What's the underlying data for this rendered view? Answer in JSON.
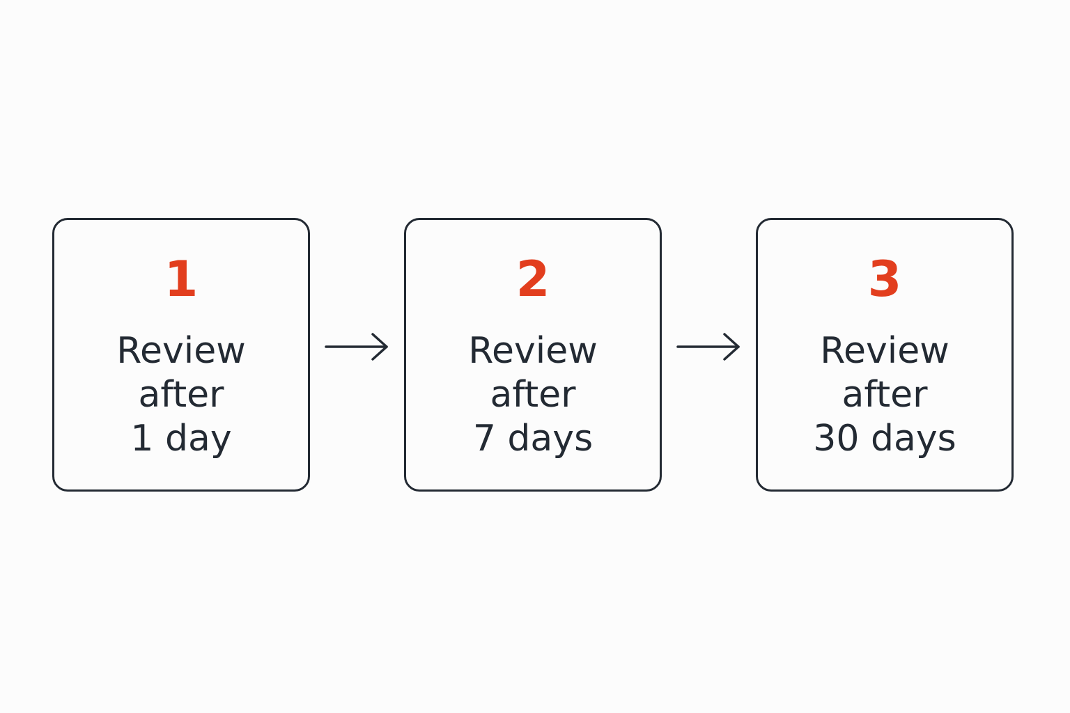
{
  "steps": [
    {
      "number": "1",
      "lines": [
        "Review",
        "after",
        "1 day"
      ]
    },
    {
      "number": "2",
      "lines": [
        "Review",
        "after",
        "7 days"
      ]
    },
    {
      "number": "3",
      "lines": [
        "Review",
        "after",
        "30 days"
      ]
    }
  ],
  "colors": {
    "accent": "#e23e1e",
    "text": "#232a33",
    "border": "#232a33",
    "background": "#fcfcfc"
  },
  "icons": [
    "right-arrow-icon"
  ]
}
